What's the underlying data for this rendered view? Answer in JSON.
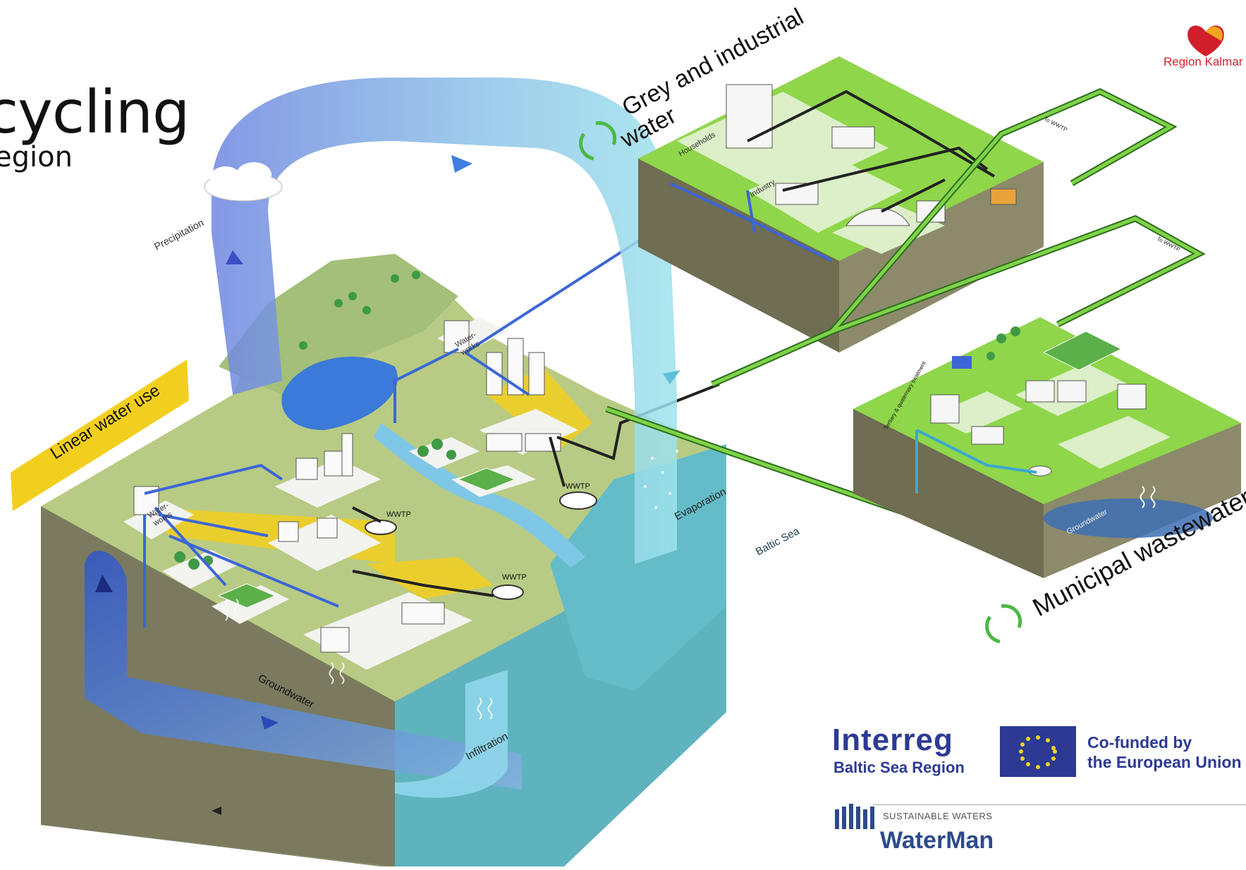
{
  "title": {
    "main": "cycling",
    "sub": "egion"
  },
  "brand": {
    "name": "Region Kalmar",
    "color": "#d01f2b"
  },
  "labels": {
    "grey_industrial_line1": "Grey and industrial",
    "grey_industrial_line2": "water",
    "linear_water_use": "Linear water use",
    "municipal_wastewater": "Municipal wastewater",
    "precipitation": "Precipitation",
    "evaporation": "Evaporation",
    "infiltration": "Infiltration",
    "groundwater_main": "Groundwater",
    "groundwater_right": "Groundwater",
    "baltic_sea": "Baltic Sea",
    "households": "Households",
    "industry": "Industry",
    "waterworks_1": "Water-",
    "waterworks_2": "works",
    "wwtp": "WWTP",
    "to_wwtp": "To WWTP",
    "tertiary": "Tertiary & quaternary treatment"
  },
  "logos": {
    "interreg": "Interreg",
    "interreg_sub": "Baltic Sea Region",
    "cofunded_line1": "Co-funded by",
    "cofunded_line2": "the European Union",
    "sustainable_waters": "SUSTAINABLE WATERS",
    "waterman": "WaterMan"
  },
  "colors": {
    "land": "#b9cc85",
    "platform_green": "#8fd64a",
    "platform_light": "#d9efc4",
    "soil": "#8c8a6a",
    "water": "#3f7fd6",
    "sea": "#5db5c3",
    "pipe_dark": "#222222",
    "pipe_green": "#6fcf3a",
    "yellow": "#f2cf1f",
    "accent_blue": "#2d3a94"
  },
  "icons": [
    "recycle-icon",
    "cloud-icon",
    "tree-icon",
    "house-icon",
    "factory-icon",
    "wwtp-icon",
    "tractor-icon",
    "truck-icon",
    "eu-flag-icon",
    "heart-icon"
  ]
}
